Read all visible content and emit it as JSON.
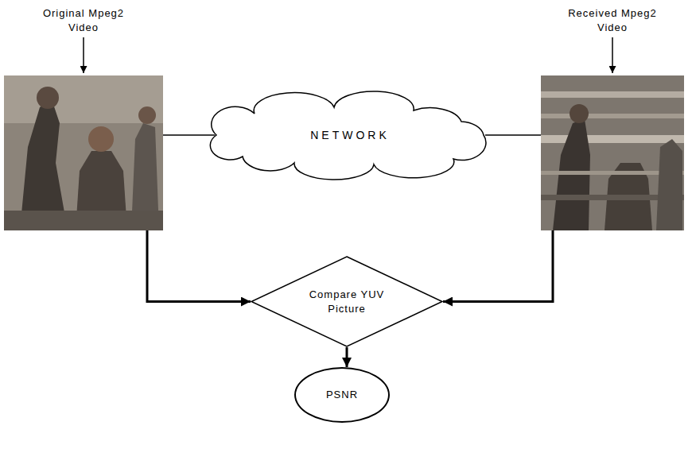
{
  "diagram": {
    "nodes": [
      {
        "text": [
          "Original Mpeg2 Video"
        ]
      },
      {
        "text": [
          "NETWORK"
        ]
      },
      {
        "text": [
          "Received Mpeg2 Video"
        ]
      },
      {
        "text": [
          "Compare YUV Picture"
        ]
      },
      {
        "text": [
          "PSNR"
        ]
      }
    ],
    "edges": [
      {
        "from": 0,
        "to": 1,
        "arrow": "none"
      },
      {
        "from": 1,
        "to": 2,
        "arrow": "none"
      },
      {
        "from": 0,
        "to": 3,
        "arrow": "to"
      },
      {
        "from": 2,
        "to": 3,
        "arrow": "to"
      },
      {
        "from": 3,
        "to": 4,
        "arrow": "to"
      }
    ]
  }
}
